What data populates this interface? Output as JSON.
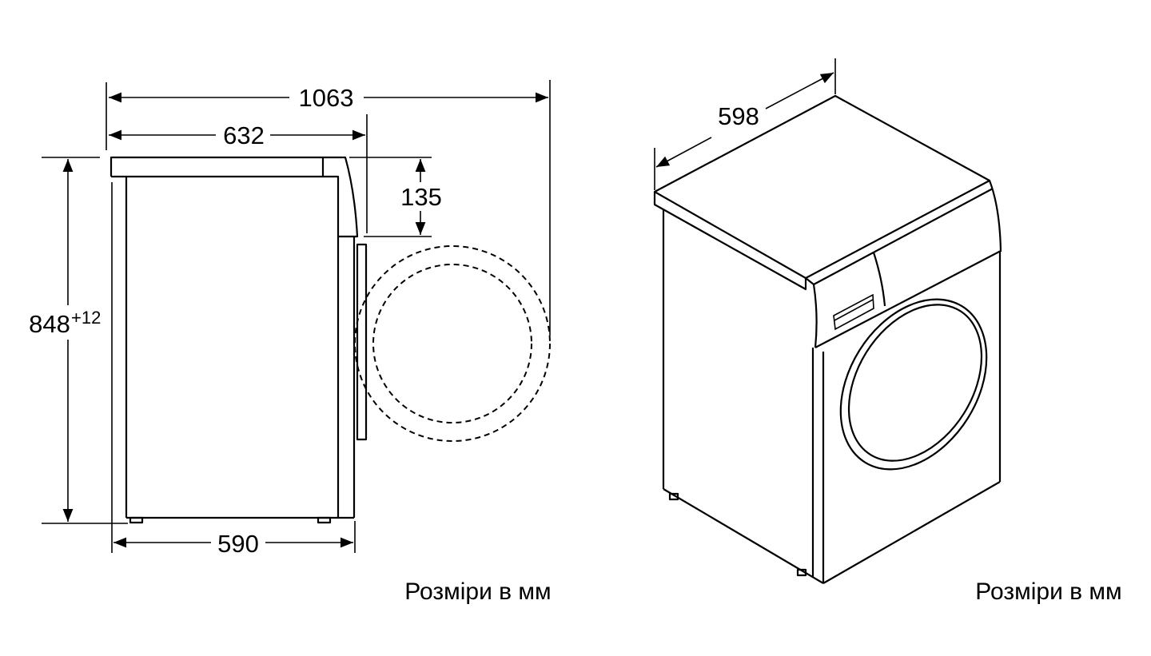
{
  "side_view": {
    "dim_total_depth": "1063",
    "dim_depth_with_door": "632",
    "dim_top_offset": "135",
    "dim_height": "848",
    "dim_height_tolerance": "+12",
    "dim_body_depth": "590",
    "caption": "Розміри в мм"
  },
  "iso_view": {
    "dim_width": "598",
    "caption": "Розміри в мм"
  }
}
